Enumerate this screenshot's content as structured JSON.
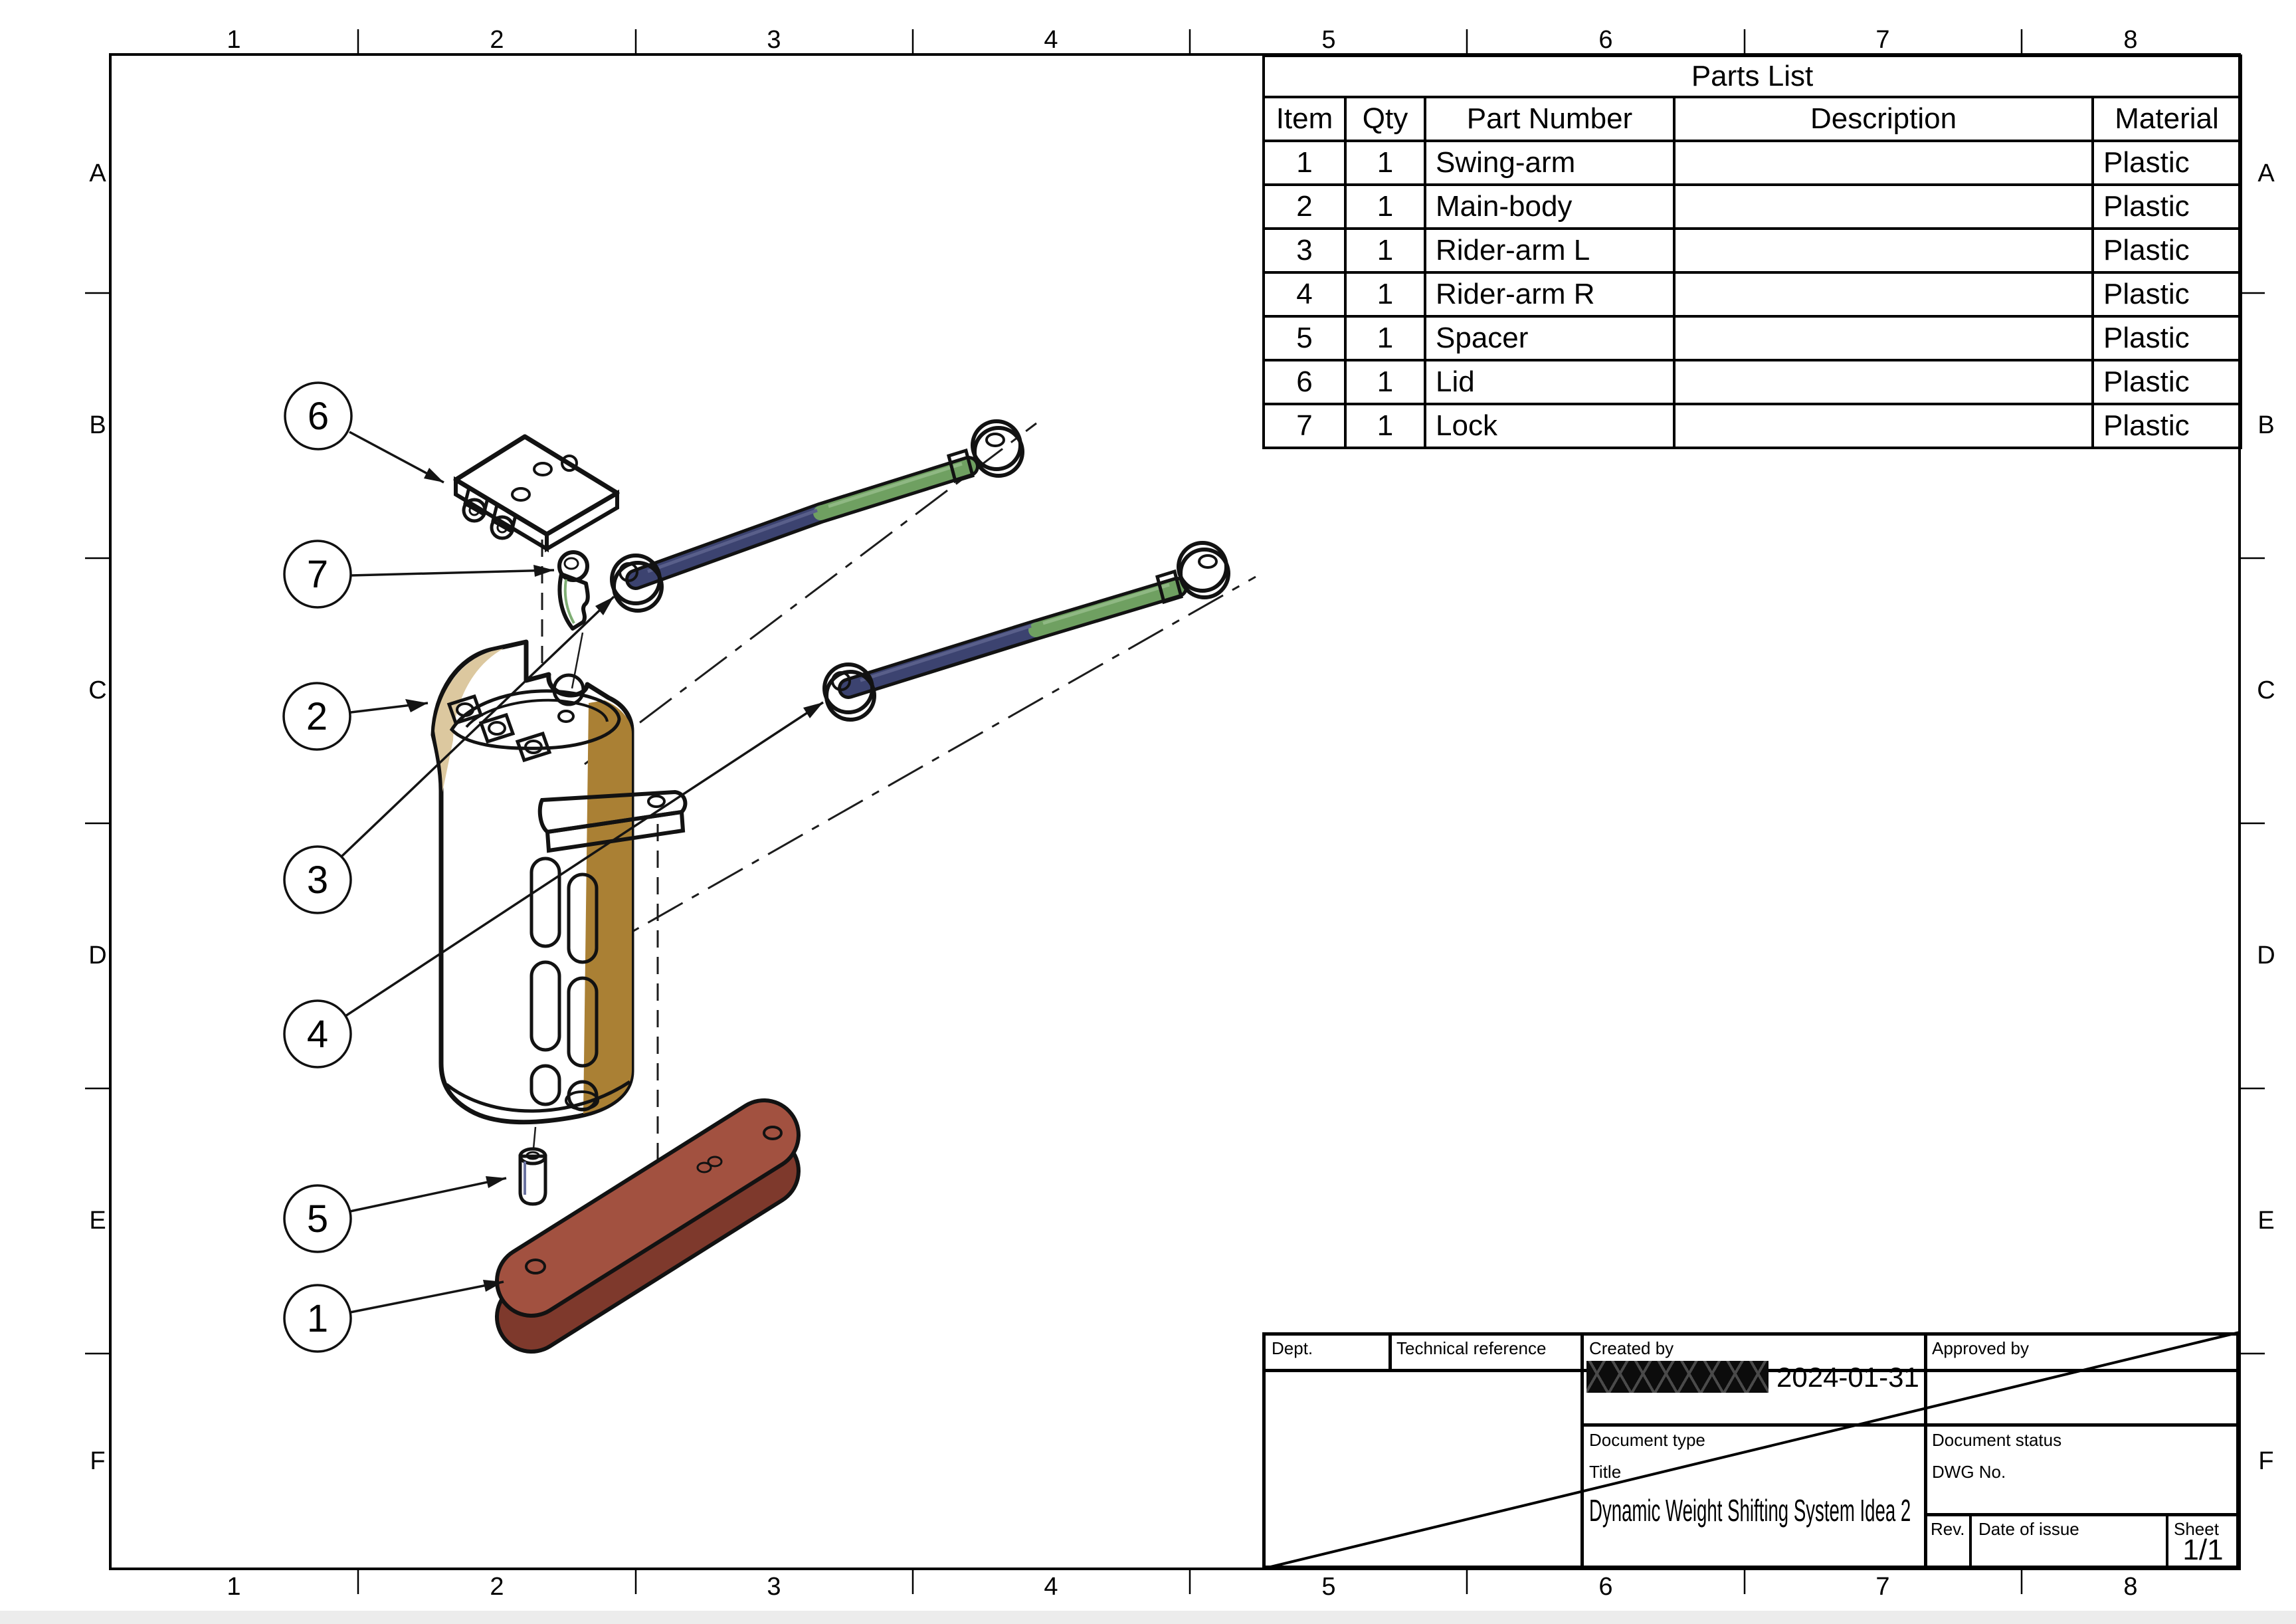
{
  "grid": {
    "cols": [
      "1",
      "2",
      "3",
      "4",
      "5",
      "6",
      "7",
      "8"
    ],
    "rows": [
      "A",
      "B",
      "C",
      "D",
      "E",
      "F"
    ]
  },
  "parts_list": {
    "title": "Parts List",
    "columns": [
      "Item",
      "Qty",
      "Part Number",
      "Description",
      "Material"
    ],
    "rows": [
      {
        "item": "1",
        "qty": "1",
        "part_number": "Swing-arm",
        "description": "",
        "material": "Plastic"
      },
      {
        "item": "2",
        "qty": "1",
        "part_number": "Main-body",
        "description": "",
        "material": "Plastic"
      },
      {
        "item": "3",
        "qty": "1",
        "part_number": "Rider-arm L",
        "description": "",
        "material": "Plastic"
      },
      {
        "item": "4",
        "qty": "1",
        "part_number": "Rider-arm R",
        "description": "",
        "material": "Plastic"
      },
      {
        "item": "5",
        "qty": "1",
        "part_number": "Spacer",
        "description": "",
        "material": "Plastic"
      },
      {
        "item": "6",
        "qty": "1",
        "part_number": "Lid",
        "description": "",
        "material": "Plastic"
      },
      {
        "item": "7",
        "qty": "1",
        "part_number": "Lock",
        "description": "",
        "material": "Plastic"
      }
    ]
  },
  "balloons": [
    "6",
    "7",
    "2",
    "3",
    "4",
    "5",
    "1"
  ],
  "title_block": {
    "dept_label": "Dept.",
    "technical_reference_label": "Technical reference",
    "created_by_label": "Created by",
    "created_date": "2024-01-31",
    "approved_by_label": "Approved by",
    "document_type_label": "Document type",
    "document_status_label": "Document status",
    "title_label": "Title",
    "title": "Dynamic Weight Shifting System Idea 2",
    "dwg_no_label": "DWG No.",
    "rev_label": "Rev.",
    "date_of_issue_label": "Date of issue",
    "sheet_label": "Sheet",
    "sheet_value": "1/1"
  },
  "colors": {
    "outline": "#121212",
    "body": "#C79C54",
    "body_top": "#CFA964",
    "body_dark": "#AA8034",
    "body_inner": "#B68E43",
    "body_hole": "#7B5C1D",
    "body_sliver": "#DCC89F",
    "lid": "#A5604C",
    "lid_edge": "#8C4C3B",
    "lid_edge2": "#96523F",
    "lid_hole": "#4E1E14",
    "swing": "#A25140",
    "swing_dark": "#7E392C",
    "navy": "#3C4370",
    "navy_dark": "#272C4E",
    "navy_hole": "#A9AFC9",
    "green": "#6FA061",
    "green_dark": "#537E46",
    "green_hole": "#CFE0C5",
    "lock": "#567F4D",
    "lock_hole": "#24361F"
  }
}
